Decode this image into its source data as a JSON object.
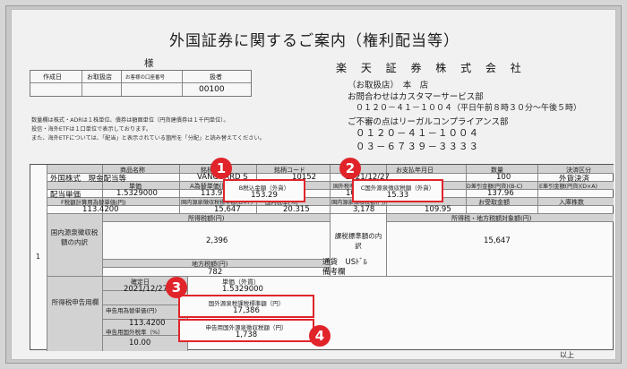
{
  "doc": {
    "title": "外国証券に関するご案内（権利配当等）",
    "recipient_suffix": "様",
    "account_headers": {
      "created": "作成日",
      "branch": "お取扱店",
      "account_no": "お客様の口座番号",
      "handler": "扱者"
    },
    "account_values": {
      "handler": "00100"
    },
    "company": {
      "name": "楽 天 証 券 株 式 会 社",
      "branch_label": "（お取扱店）　本　店",
      "contact_label": "お問合わせはカスタマーサービス部",
      "contact_phone": "０１２０－４１－１００４（平日午前８時３０分～午後５時）",
      "complaint_label": "ご不審の点はリーガルコンプライアンス部",
      "complaint_phone1": "０１２０－４１－１００４",
      "complaint_phone2": "０３－６７３９－３３３３"
    },
    "notes": [
      "数量欄は株式・ADRは１株単位、債券は額面単位（円貨建債券は１千円単位）。",
      "投信・海外ETFは１口単位で表示しております。",
      "また、海外ETFについては、「配当」と表示されている箇所を「分配」と読み替えてください。"
    ],
    "footer": "以上"
  },
  "table": {
    "row_no": "1",
    "h1": {
      "product": "商品名称",
      "issue": "銘柄名",
      "code": "銘柄コード",
      "date": "お支払年月日",
      "qty": "数量",
      "settle": "決済区分"
    },
    "r1": {
      "product": "外国株式　現金配当等",
      "issue": "VANGUARD S",
      "code": "10152",
      "date": "2021/12/27",
      "qty": "100",
      "settle": "外貨決済"
    },
    "h2": {
      "unit": "単価",
      "a": "A為替単価(円)",
      "rate": "国外税率(%)",
      "d": "D差引金額(円貨)(B-C)",
      "e": "E差引金額(円貨)(D×A)"
    },
    "r2": {
      "label": "配当単価",
      "unit": "1.5329000",
      "a": "113.9500",
      "rate": "10",
      "d": "137.96"
    },
    "h3": {
      "f": "F税額計算用為替単価(円)",
      "base": "国内源泉徴収税標準額(D×F)",
      "rate": "国内税率(%)",
      "withheld": "国内源泉徴収税額(円)",
      "remit": "お受取金額",
      "count": "入庫株数"
    },
    "r3": {
      "f": "113.4200",
      "base": "15,647",
      "rate": "20.315",
      "withheld": "3,178",
      "remit": "109.95"
    },
    "breakdown": {
      "label": "国内源泉徴収税額の内訳",
      "income_tax_label": "所得税額(円)",
      "income_tax": "2,396",
      "local_tax_label": "地方税額(円)",
      "local_tax": "782",
      "base_label": "課税標準額の内訳",
      "base_header": "所得税・地方税額対象額(円)",
      "base_value": "15,647",
      "currency": "通貨　USﾄﾞﾙ",
      "remarks": "備考欄"
    },
    "declaration": {
      "label": "所得税申告用欄",
      "date_label": "確定日",
      "date": "2021/12/27",
      "unit_label": "単価（外貨）",
      "unit": "1.5329000",
      "fx_label": "申告用為替単価(円)",
      "fx": "113.4200",
      "rate_label": "申告用国外税率（%）",
      "rate": "10.00"
    },
    "highlights": [
      {
        "num": "1",
        "label": "B税込金額（外貨）",
        "value": "153.29"
      },
      {
        "num": "2",
        "label": "C国外源泉徴収税額（外貨）",
        "value": "15.33"
      },
      {
        "num": "3",
        "label": "国外源泉税課税標準額（円）",
        "value": "17,386"
      },
      {
        "num": "4",
        "label": "申告用国外源泉徴収税額（円）",
        "value": "1,738"
      }
    ]
  },
  "colors": {
    "highlight": "#e0242a",
    "shade": "#d2d2d2"
  }
}
